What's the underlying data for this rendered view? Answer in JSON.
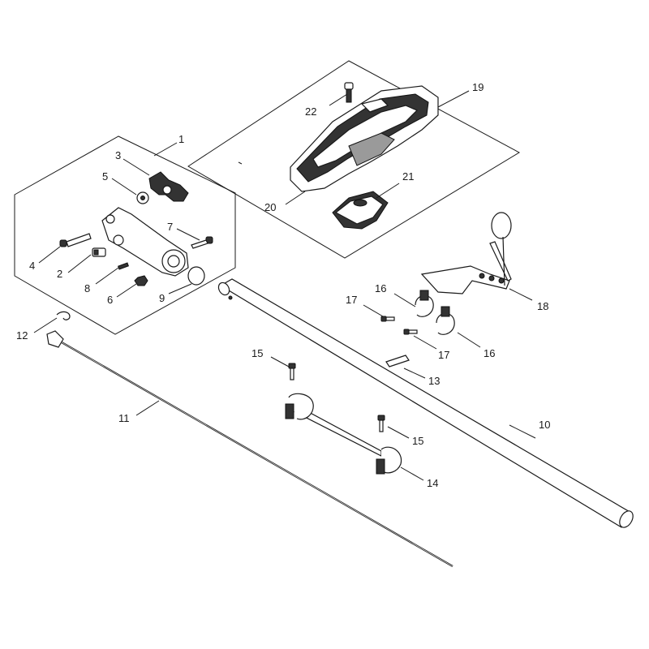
{
  "callouts": {
    "c1": "1",
    "c2": "2",
    "c3": "3",
    "c4": "4",
    "c5": "5",
    "c6": "6",
    "c7": "7",
    "c8": "8",
    "c9": "9",
    "c10": "10",
    "c11": "11",
    "c12": "12",
    "c13": "13",
    "c14": "14",
    "c15a": "15",
    "c15b": "15",
    "c16a": "16",
    "c16b": "16",
    "c17a": "17",
    "c17b": "17",
    "c18": "18",
    "c19": "19",
    "c20": "20",
    "c21": "21",
    "c22": "22"
  }
}
